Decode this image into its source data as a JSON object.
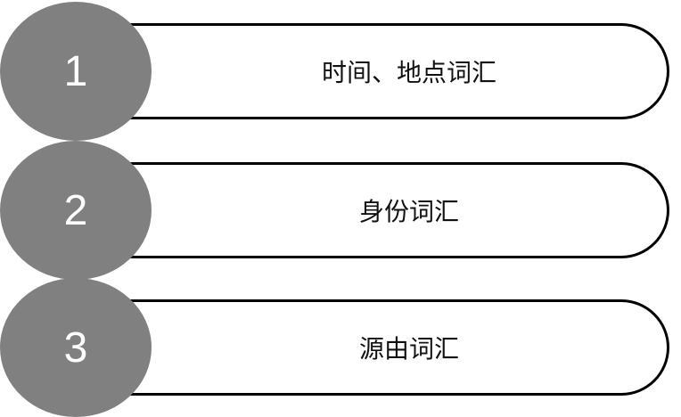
{
  "items": [
    {
      "number": "1",
      "label": "时间、地点词汇"
    },
    {
      "number": "2",
      "label": "身份词汇"
    },
    {
      "number": "3",
      "label": "源由词汇"
    }
  ],
  "colors": {
    "circle": "#808080",
    "outline": "#000000",
    "number": "#ffffff"
  }
}
